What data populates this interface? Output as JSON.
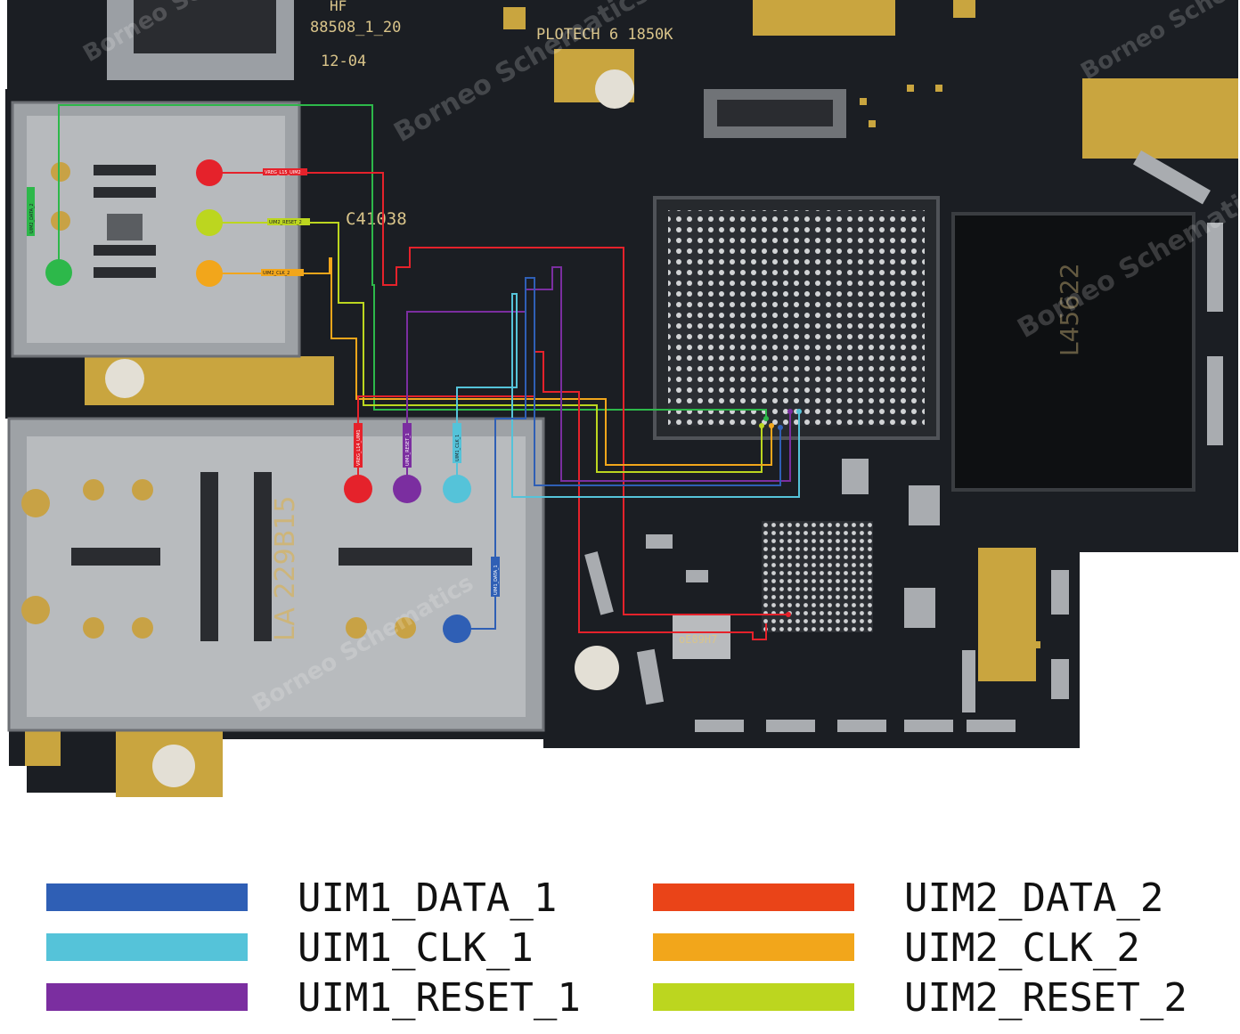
{
  "board": {
    "silkscreen": {
      "top_a": "HF",
      "top_b": "88508_1_20",
      "top_c": "12-04",
      "top_d": "PLOTECH 6 1850K",
      "cap": "C41038",
      "chip_a": "L45622",
      "chip_b": "oE89H7",
      "slot_a": "LA 229B15"
    },
    "watermark": "Borneo Schematics",
    "pin_tags": {
      "vreg2": "VREG_L15_UIM2",
      "reset2": "UIM2_RESET_2",
      "clk2": "UIM2_CLK_2",
      "data2": "UIM2_DATA_2",
      "vreg1": "VREG_L14_UIM1",
      "reset1": "UIM1_RESET_1",
      "clk1": "UIM1_CLK_1",
      "data1": "UIM1_DATA_1"
    }
  },
  "legend": {
    "items": [
      {
        "label": "UIM1_DATA_1",
        "color": "#2f5fb5"
      },
      {
        "label": "UIM1_CLK_1",
        "color": "#55c3d9"
      },
      {
        "label": "UIM1_RESET_1",
        "color": "#7b2ea0"
      },
      {
        "label": "UIM2_DATA_2",
        "color": "#ea4418"
      },
      {
        "label": "UIM2_CLK_2",
        "color": "#f2a61b"
      },
      {
        "label": "UIM2_RESET_2",
        "color": "#bcd61f"
      }
    ]
  },
  "colors": {
    "board": "#1a1d22",
    "gold": "#caa94a",
    "silver": "#a6a9ad",
    "vreg_red": "#e5222b",
    "sim2_green": "#2db84a"
  }
}
